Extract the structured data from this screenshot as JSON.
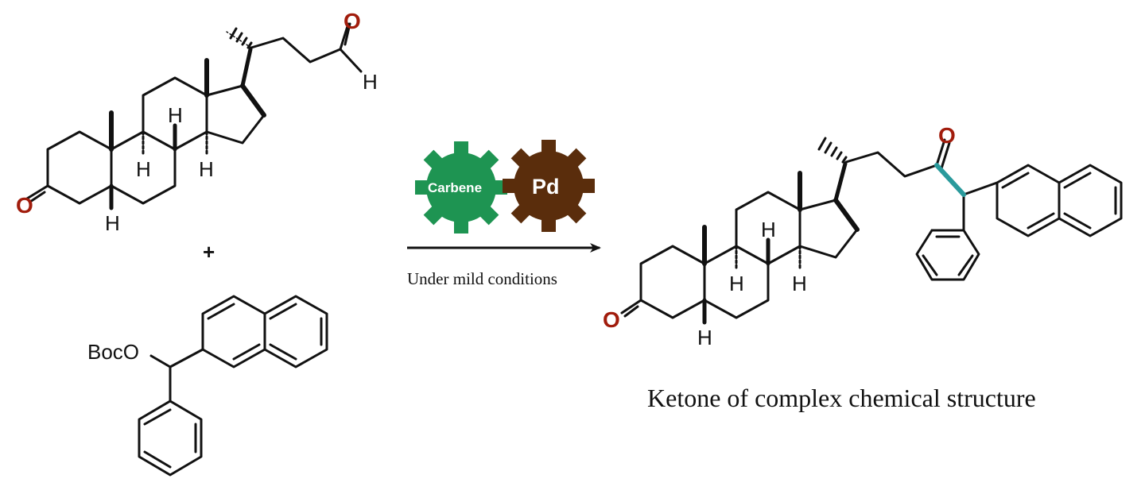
{
  "reactant1": {
    "oxygen_ketone": "O",
    "oxygen_aldehyde": "O",
    "hydrogen_aldehyde": "H",
    "hydrogens": [
      "H",
      "H",
      "H",
      "H"
    ]
  },
  "plus": "+",
  "reactant2": {
    "label": "BocO"
  },
  "catalysts": {
    "carbene": "Carbene",
    "palladium": "Pd",
    "carbene_color": "#1e9452",
    "palladium_color": "#5a2d0c"
  },
  "arrow": {
    "conditions": "Under mild conditions"
  },
  "product": {
    "oxygen_ketone": "O",
    "oxygen_new_ketone": "O",
    "hydrogens": [
      "H",
      "H",
      "H",
      "H"
    ],
    "new_bond_color": "#2a9a9c",
    "caption": "Ketone of complex chemical structure"
  },
  "colors": {
    "oxygen": "#a11c0c",
    "bond": "#111111"
  }
}
